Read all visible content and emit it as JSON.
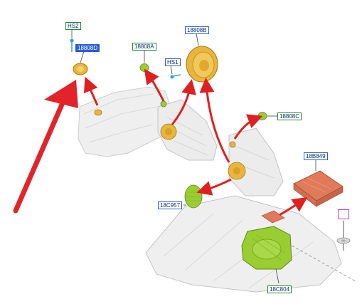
{
  "labels": {
    "hs2": "HS2",
    "part_18808d": "18808D",
    "part_18808a": "18808A",
    "hs1": "HS1",
    "part_18808b": "18808B",
    "part_18808c": "18808C",
    "part_18b849": "18B849",
    "part_18c957": "18C957",
    "part_18c804": "18C804"
  },
  "colors": {
    "arrow": "#e02020",
    "big_arrow": "#e3232a",
    "speaker": "#e8b63c",
    "green_part": "#9acd32",
    "amplifier": "#e07a5a",
    "label_green": "#1f8a2e",
    "label_blue": "#2a5bd8",
    "label_magenta": "#d63ad1"
  }
}
